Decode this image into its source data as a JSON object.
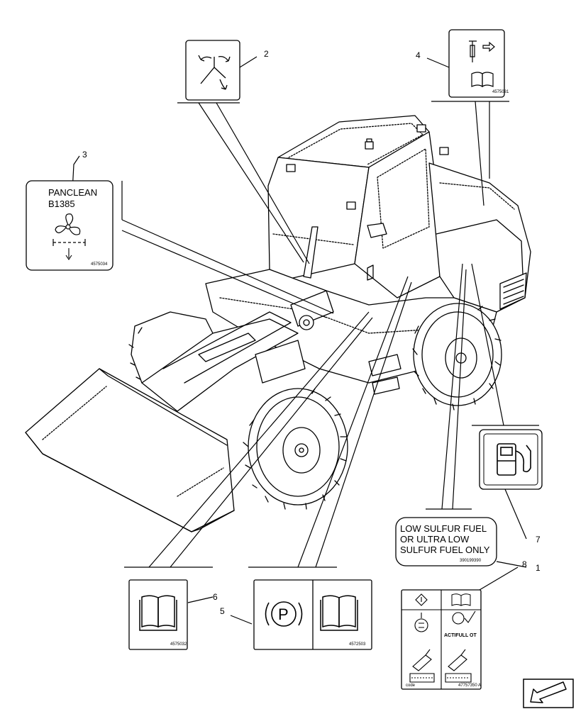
{
  "callouts": {
    "c1": "1",
    "c2": "2",
    "c3": "3",
    "c4": "4",
    "c5": "5",
    "c6": "6",
    "c7": "7",
    "c8": "8"
  },
  "decals": {
    "panclean": {
      "line1": "PANCLEAN",
      "line2": "B1385",
      "code": "4575034"
    },
    "hydraulic": {
      "code": "4575031"
    },
    "fuel_warning": {
      "line1": "LOW SULFUR FUEL",
      "line2": "OR ULTRA LOW",
      "line3": "SULFUR FUEL ONLY",
      "code": "390199390"
    },
    "manual": {
      "code": "4575032"
    },
    "parking": {
      "symbol": "P",
      "code": "4572503"
    },
    "maintenance": {
      "oil_label": "ACTIFULL OT",
      "code_left": "code",
      "code_right": "47757350 A"
    }
  },
  "icons": [
    "hydraulic-joystick-icon",
    "spark-plug-arrow-icon",
    "book-icon",
    "fan-icon",
    "fuel-pump-icon",
    "parking-brake-icon",
    "navigation-arrow-icon"
  ]
}
